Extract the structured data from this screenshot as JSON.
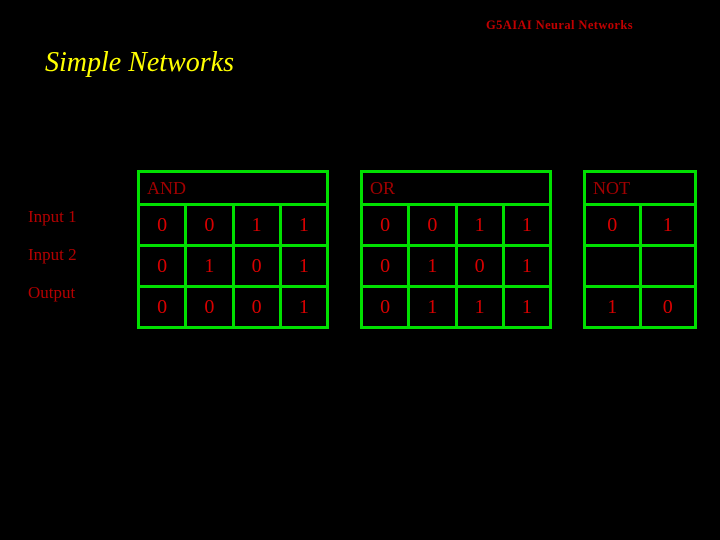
{
  "header": {
    "title": "G5AIAI  Neural Networks"
  },
  "slide": {
    "title": "Simple Networks"
  },
  "row_labels": [
    "Input 1",
    "Input 2",
    "Output"
  ],
  "tables": [
    {
      "name": "AND",
      "title": "AND",
      "rows": [
        [
          "0",
          "0",
          "1",
          "1"
        ],
        [
          "0",
          "1",
          "0",
          "1"
        ],
        [
          "0",
          "0",
          "0",
          "1"
        ]
      ]
    },
    {
      "name": "OR",
      "title": "OR",
      "rows": [
        [
          "0",
          "0",
          "1",
          "1"
        ],
        [
          "0",
          "1",
          "0",
          "1"
        ],
        [
          "0",
          "1",
          "1",
          "1"
        ]
      ]
    },
    {
      "name": "NOT",
      "title": "NOT",
      "rows": [
        [
          "0",
          "1"
        ],
        [
          "",
          ""
        ],
        [
          "1",
          "0"
        ]
      ]
    }
  ],
  "colors": {
    "background": "#000000",
    "header_red": "#c00000",
    "title_yellow": "#ffff00",
    "grid_green": "#00e000",
    "value_red": "#d80000"
  }
}
